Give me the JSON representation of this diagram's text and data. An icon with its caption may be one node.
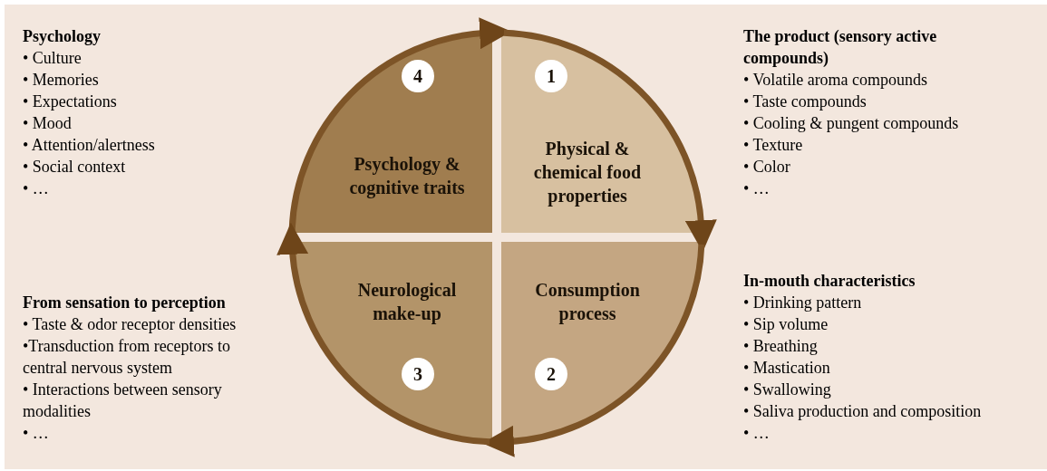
{
  "diagram": {
    "nodes": [
      {
        "text": [
          "Psychology & cognitive traits"
        ]
      },
      {
        "text": [
          "4"
        ],
        "in": 0
      },
      {
        "text": [
          "Physical & chemical food properties"
        ]
      },
      {
        "text": [
          "1"
        ],
        "in": 2
      },
      {
        "text": [
          "Neurological make-up"
        ]
      },
      {
        "text": [
          "3"
        ],
        "in": 4
      },
      {
        "text": [
          "Consumption process"
        ]
      },
      {
        "text": [
          "2"
        ],
        "in": 6
      }
    ],
    "edges": [
      {
        "from": 0,
        "to": 2,
        "arrow": "to"
      },
      {
        "from": 2,
        "to": 6,
        "arrow": "to"
      },
      {
        "from": 6,
        "to": 4,
        "arrow": "to"
      },
      {
        "from": 4,
        "to": 0,
        "arrow": "to"
      }
    ],
    "labels": [
      "Psychology",
      "• Culture",
      "• Memories",
      "• Expectations",
      "• Mood",
      "• Attention/alertness",
      "• Social context",
      "• …",
      "The product (sensory active compounds)",
      "• Volatile aroma compounds",
      "• Taste compounds",
      "• Cooling & pungent compounds",
      "• Texture",
      "• Color",
      "• …",
      "From sensation to perception",
      "• Taste & odor receptor densities",
      "•Transduction from receptors to central nervous system",
      "• Interactions between sensory modalities",
      "• …",
      "In-mouth characteristics",
      "• Drinking pattern",
      "• Sip volume",
      "• Breathing",
      "• Mastication",
      "• Swallowing",
      "• Saliva production and composition",
      "• …"
    ]
  }
}
